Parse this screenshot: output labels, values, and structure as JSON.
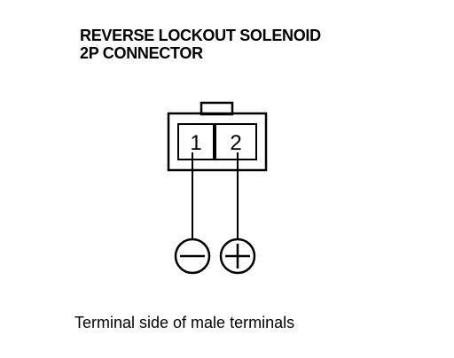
{
  "title": {
    "line1": "REVERSE LOCKOUT SOLENOID",
    "line2": "2P CONNECTOR"
  },
  "connector": {
    "pins": [
      {
        "label": "1",
        "polarity": "negative"
      },
      {
        "label": "2",
        "polarity": "positive"
      }
    ]
  },
  "caption": "Terminal side of male terminals"
}
